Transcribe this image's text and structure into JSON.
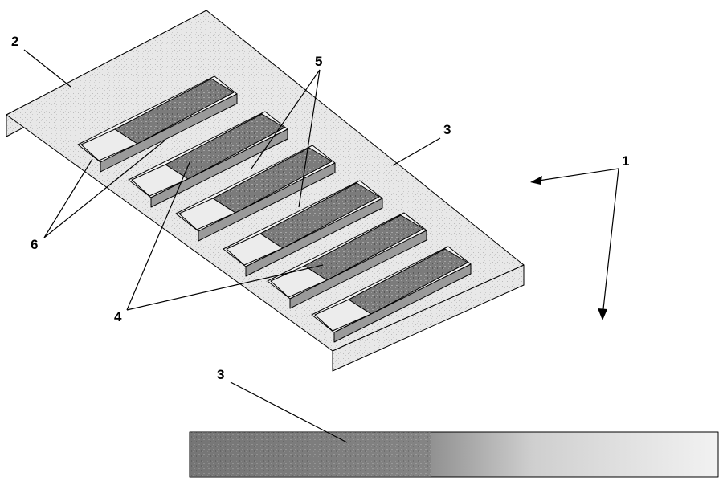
{
  "figure": {
    "labels": {
      "assembly": "1",
      "frame": "2",
      "rim": "3",
      "rim_detail": "3",
      "flat_zones": "4",
      "recesses": "5",
      "slots": "6"
    },
    "colors": {
      "background": "#ffffff",
      "light_fill": "#e6e6e6",
      "dark_fill": "#7a7a7a",
      "mid_fill": "#a9a9a9",
      "slot_fill": "#f4f4f4",
      "line": "#000000"
    },
    "slot_count": 6
  }
}
